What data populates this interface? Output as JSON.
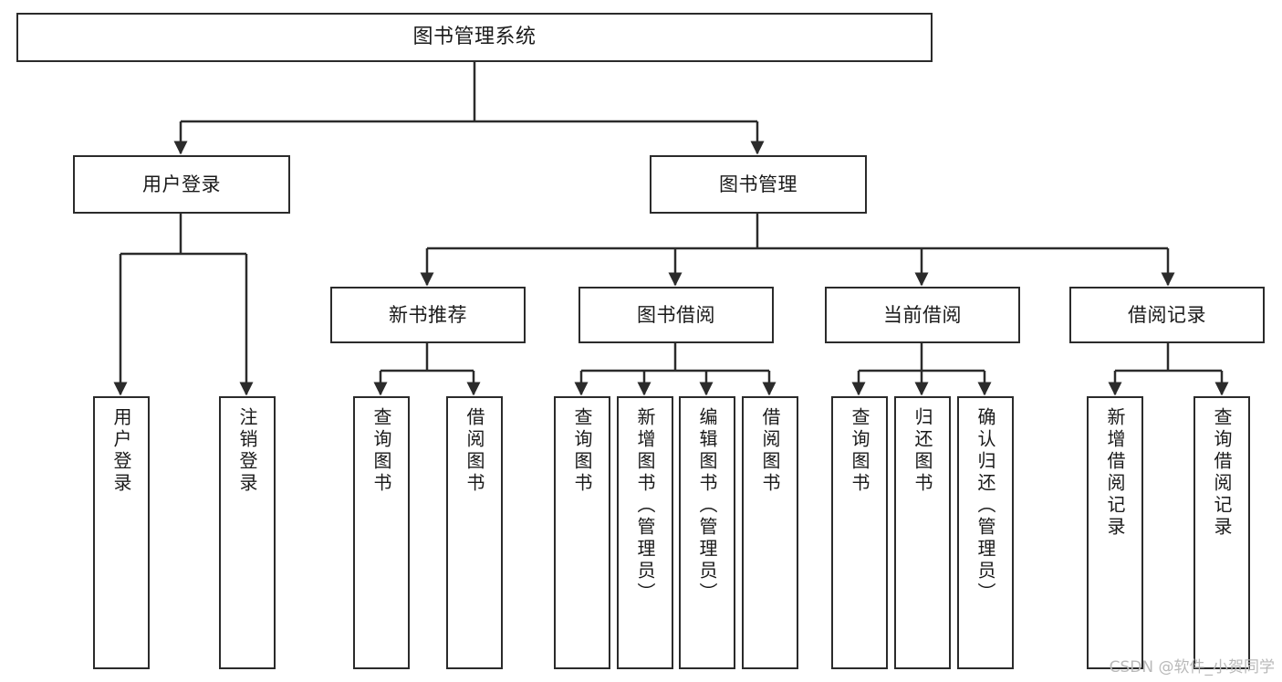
{
  "diagram": {
    "type": "tree-hierarchy-diagram",
    "root": {
      "id": "root",
      "label": "图书管理系统"
    },
    "level2": [
      {
        "id": "user-login",
        "label": "用户登录"
      },
      {
        "id": "book-management",
        "label": "图书管理"
      }
    ],
    "level3": [
      {
        "id": "new-book-recommend",
        "label": "新书推荐"
      },
      {
        "id": "book-borrow",
        "label": "图书借阅"
      },
      {
        "id": "current-borrow",
        "label": "当前借阅"
      },
      {
        "id": "borrow-record",
        "label": "借阅记录"
      }
    ],
    "leaves": {
      "user_login": [
        {
          "id": "leaf-user-login",
          "label": "用户登录"
        },
        {
          "id": "leaf-logout-login",
          "label": "注销登录"
        }
      ],
      "new_book_recommend": [
        {
          "id": "leaf-query-book-1",
          "label": "查询图书"
        },
        {
          "id": "leaf-borrow-book-1",
          "label": "借阅图书"
        }
      ],
      "book_borrow": [
        {
          "id": "leaf-query-book-2",
          "label": "查询图书"
        },
        {
          "id": "leaf-add-book",
          "label": "新增图书（管理员）"
        },
        {
          "id": "leaf-edit-book",
          "label": "编辑图书（管理员）"
        },
        {
          "id": "leaf-borrow-book-2",
          "label": "借阅图书"
        }
      ],
      "current_borrow": [
        {
          "id": "leaf-query-book-3",
          "label": "查询图书"
        },
        {
          "id": "leaf-return-book",
          "label": "归还图书"
        },
        {
          "id": "leaf-confirm-return",
          "label": "确认归还（管理员）"
        }
      ],
      "borrow_record": [
        {
          "id": "leaf-add-borrow-record",
          "label": "新增借阅记录"
        },
        {
          "id": "leaf-query-borrow-record",
          "label": "查询借阅记录"
        }
      ]
    },
    "colors": {
      "stroke": "#2b2b2b",
      "fill": "#ffffff",
      "text": "#1a1a1a",
      "watermark": "#b9b9b9"
    }
  },
  "watermark": {
    "text": "CSDN @软件_小贺同学"
  }
}
